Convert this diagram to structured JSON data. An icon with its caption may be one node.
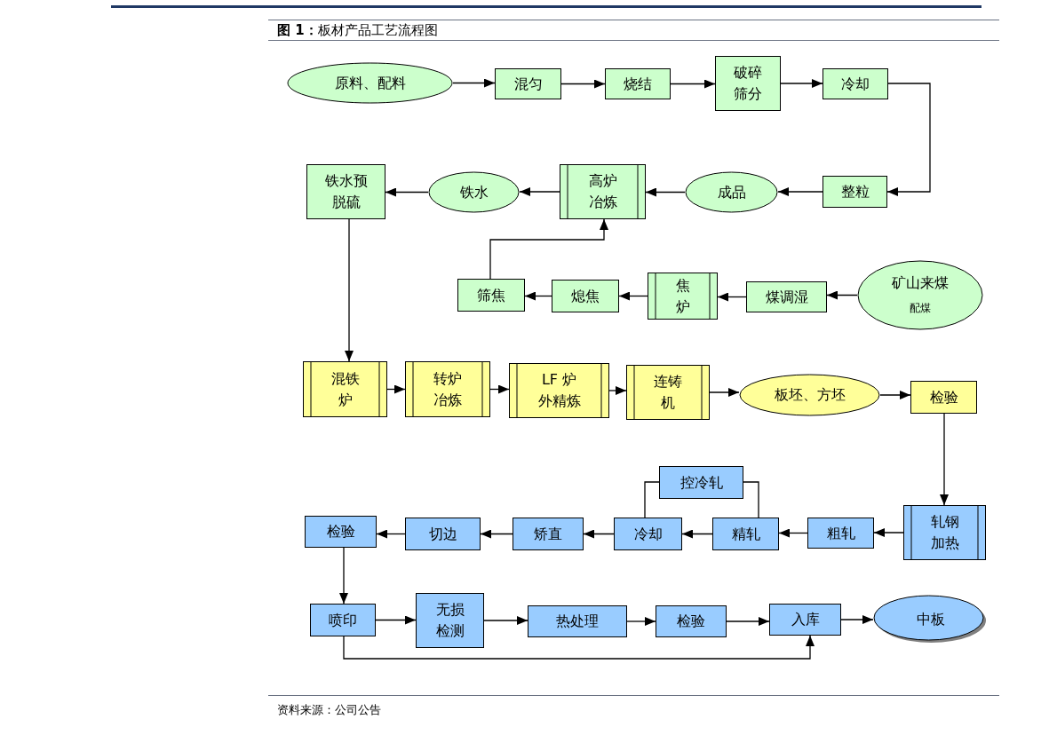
{
  "diagram": {
    "title": "**图 1：**板材产品工艺流程图",
    "caption": "资料来源：公司公告",
    "nodes": [
      {
        "text": [
          "原料、配料"
        ]
      },
      {
        "text": [
          "混匀"
        ]
      },
      {
        "text": [
          "烧结"
        ]
      },
      {
        "text": [
          "破碎筛分"
        ]
      },
      {
        "text": [
          "冷却"
        ]
      },
      {
        "text": [
          "整粒"
        ]
      },
      {
        "text": [
          "成品"
        ]
      },
      {
        "text": [
          "高炉冶炼"
        ]
      },
      {
        "text": [
          "铁水"
        ]
      },
      {
        "text": [
          "铁水预脱硫"
        ]
      },
      {
        "text": [
          "矿山来煤",
          "配煤"
        ]
      },
      {
        "text": [
          "煤调湿"
        ]
      },
      {
        "text": [
          "焦炉"
        ]
      },
      {
        "text": [
          "熄焦"
        ]
      },
      {
        "text": [
          "筛焦"
        ]
      },
      {
        "text": [
          "混铁炉"
        ]
      },
      {
        "text": [
          "转炉冶炼"
        ]
      },
      {
        "text": [
          "LF 炉外精炼"
        ]
      },
      {
        "text": [
          "连铸机"
        ]
      },
      {
        "text": [
          "板坯、方坯"
        ]
      },
      {
        "text": [
          "检验"
        ]
      },
      {
        "text": [
          "轧钢加热"
        ]
      },
      {
        "text": [
          "粗轧"
        ]
      },
      {
        "text": [
          "精轧"
        ]
      },
      {
        "text": [
          "控冷轧"
        ]
      },
      {
        "text": [
          "冷却"
        ]
      },
      {
        "text": [
          "矫直"
        ]
      },
      {
        "text": [
          "切边"
        ]
      },
      {
        "text": [
          "检验"
        ]
      },
      {
        "text": [
          "喷印"
        ]
      },
      {
        "text": [
          "无损检测"
        ]
      },
      {
        "text": [
          "热处理"
        ]
      },
      {
        "text": [
          "检验"
        ]
      },
      {
        "text": [
          "入库"
        ]
      },
      {
        "text": [
          "中板"
        ]
      }
    ],
    "edges": [
      {
        "from": 0,
        "to": 1,
        "arrow": "to"
      },
      {
        "from": 1,
        "to": 2,
        "arrow": "to"
      },
      {
        "from": 2,
        "to": 3,
        "arrow": "to"
      },
      {
        "from": 3,
        "to": 4,
        "arrow": "to"
      },
      {
        "from": 4,
        "to": 5,
        "arrow": "to"
      },
      {
        "from": 5,
        "to": 6,
        "arrow": "to"
      },
      {
        "from": 6,
        "to": 7,
        "arrow": "to"
      },
      {
        "from": 7,
        "to": 8,
        "arrow": "to"
      },
      {
        "from": 8,
        "to": 9,
        "arrow": "to"
      },
      {
        "from": 9,
        "to": 15,
        "arrow": "to"
      },
      {
        "from": 10,
        "to": 11,
        "arrow": "to"
      },
      {
        "from": 11,
        "to": 12,
        "arrow": "to"
      },
      {
        "from": 12,
        "to": 13,
        "arrow": "to"
      },
      {
        "from": 13,
        "to": 14,
        "arrow": "to"
      },
      {
        "from": 14,
        "to": 7,
        "arrow": "to"
      },
      {
        "from": 15,
        "to": 16,
        "arrow": "to"
      },
      {
        "from": 16,
        "to": 17,
        "arrow": "to"
      },
      {
        "from": 17,
        "to": 18,
        "arrow": "to"
      },
      {
        "from": 18,
        "to": 19,
        "arrow": "to"
      },
      {
        "from": 19,
        "to": 20,
        "arrow": "to"
      },
      {
        "from": 20,
        "to": 21,
        "arrow": "to"
      },
      {
        "from": 21,
        "to": 22,
        "arrow": "to"
      },
      {
        "from": 22,
        "to": 23,
        "arrow": "to"
      },
      {
        "from": 23,
        "to": 25,
        "arrow": "to"
      },
      {
        "from": 23,
        "to": 24,
        "arrow": "none"
      },
      {
        "from": 24,
        "to": 25,
        "arrow": "none"
      },
      {
        "from": 25,
        "to": 26,
        "arrow": "to"
      },
      {
        "from": 26,
        "to": 27,
        "arrow": "to"
      },
      {
        "from": 27,
        "to": 28,
        "arrow": "to"
      },
      {
        "from": 28,
        "to": 29,
        "arrow": "to"
      },
      {
        "from": 29,
        "to": 30,
        "arrow": "to"
      },
      {
        "from": 30,
        "to": 31,
        "arrow": "to"
      },
      {
        "from": 31,
        "to": 32,
        "arrow": "to"
      },
      {
        "from": 32,
        "to": 33,
        "arrow": "to"
      },
      {
        "from": 33,
        "to": 34,
        "arrow": "to"
      },
      {
        "from": 29,
        "to": 33,
        "arrow": "to"
      }
    ]
  }
}
